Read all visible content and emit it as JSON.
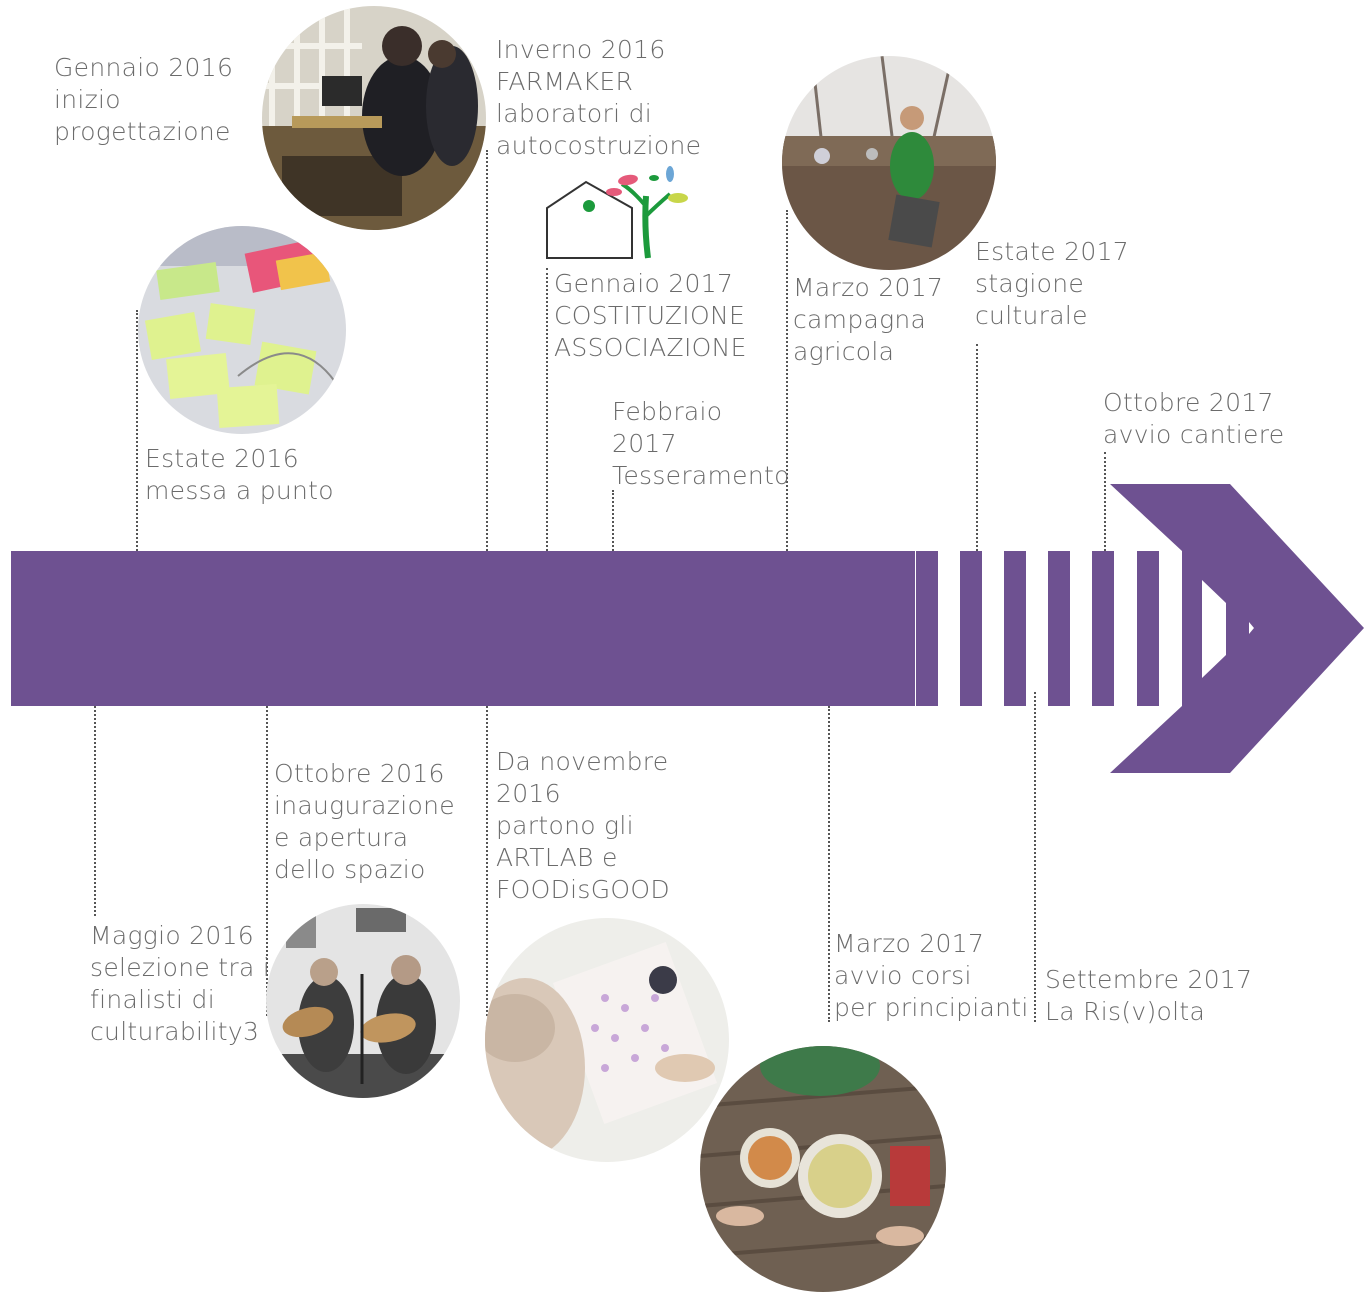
{
  "colors": {
    "bar": "#6e5191",
    "text": "#6b6b6b",
    "logo_green": "#1c9a3c"
  },
  "events_above": [
    {
      "id": "gen2016",
      "lines": [
        "Gennaio 2016",
        "inizio",
        "progettazione"
      ]
    },
    {
      "id": "est2016",
      "lines": [
        "Estate 2016",
        "messa a punto"
      ]
    },
    {
      "id": "inv2016",
      "lines": [
        "Inverno 2016",
        "FARMAKER",
        "laboratori di",
        "autocostruzione"
      ]
    },
    {
      "id": "gen2017",
      "lines": [
        "Gennaio 2017",
        "COSTITUZIONE",
        "ASSOCIAZIONE"
      ]
    },
    {
      "id": "feb2017",
      "lines": [
        "Febbraio",
        "2017",
        "Tesseramento"
      ]
    },
    {
      "id": "mar2017a",
      "lines": [
        "Marzo 2017",
        "campagna",
        "agricola"
      ]
    },
    {
      "id": "est2017",
      "lines": [
        "Estate 2017",
        "stagione",
        "culturale"
      ]
    },
    {
      "id": "ott2017",
      "lines": [
        "Ottobre 2017",
        "avvio cantiere"
      ]
    }
  ],
  "events_below": [
    {
      "id": "mag2016",
      "lines": [
        "Maggio 2016",
        "selezione tra i",
        "finalisti di",
        "culturability3"
      ]
    },
    {
      "id": "ott2016",
      "lines": [
        "Ottobre 2016",
        "inaugurazione",
        "e apertura",
        "dello spazio"
      ]
    },
    {
      "id": "nov2016",
      "lines": [
        "Da novembre",
        "2016",
        "partono gli",
        "ARTLAB e",
        "FOODisGOOD"
      ]
    },
    {
      "id": "mar2017b",
      "lines": [
        "Marzo 2017",
        "avvio corsi",
        "per principianti"
      ]
    },
    {
      "id": "set2017",
      "lines": [
        "Settembre 2017",
        "La Ris(v)olta"
      ]
    }
  ],
  "photos": [
    "workshop-photo",
    "sticky-notes-photo",
    "farming-photo",
    "concert-photo",
    "art-lab-photo",
    "food-photo"
  ],
  "icons": [
    "association-logo-icon",
    "timeline-arrow-icon"
  ]
}
